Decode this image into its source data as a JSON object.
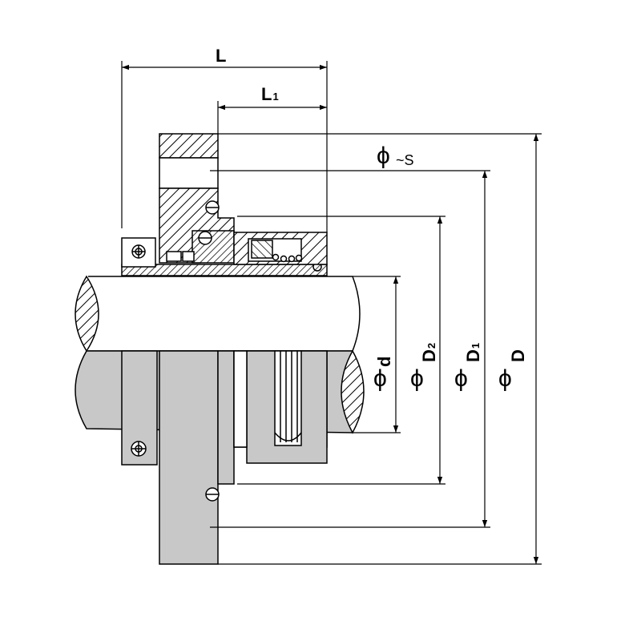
{
  "labels": {
    "L": "L",
    "L1_main": "L",
    "L1_sub": "1",
    "S_symbol": "ϕ",
    "S_text": "~S",
    "d_symbol": "ϕ",
    "d_text": "d",
    "D2_symbol": "ϕ",
    "D2_main": "D",
    "D2_sub": "2",
    "D1_symbol": "ϕ",
    "D1_main": "D",
    "D1_sub": "1",
    "D_symbol": "ϕ",
    "D_text": "D"
  },
  "colors": {
    "line": "#000000",
    "gray_fill": "#c8c8c8",
    "background": "#ffffff"
  }
}
